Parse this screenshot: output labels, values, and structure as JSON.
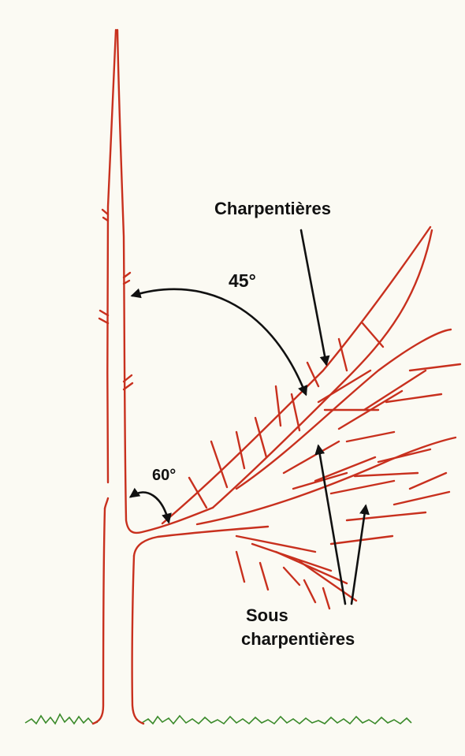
{
  "diagram": {
    "label_charpentieres": "Charpentières",
    "label_angle_45": "45°",
    "label_angle_60": "60°",
    "label_sous": "Sous",
    "label_sous_charpentieres": "charpentières",
    "colors": {
      "tree": "#c8301e",
      "arrows": "#111111",
      "grass": "#3a8a2a",
      "background": "#fbfaf3"
    }
  }
}
